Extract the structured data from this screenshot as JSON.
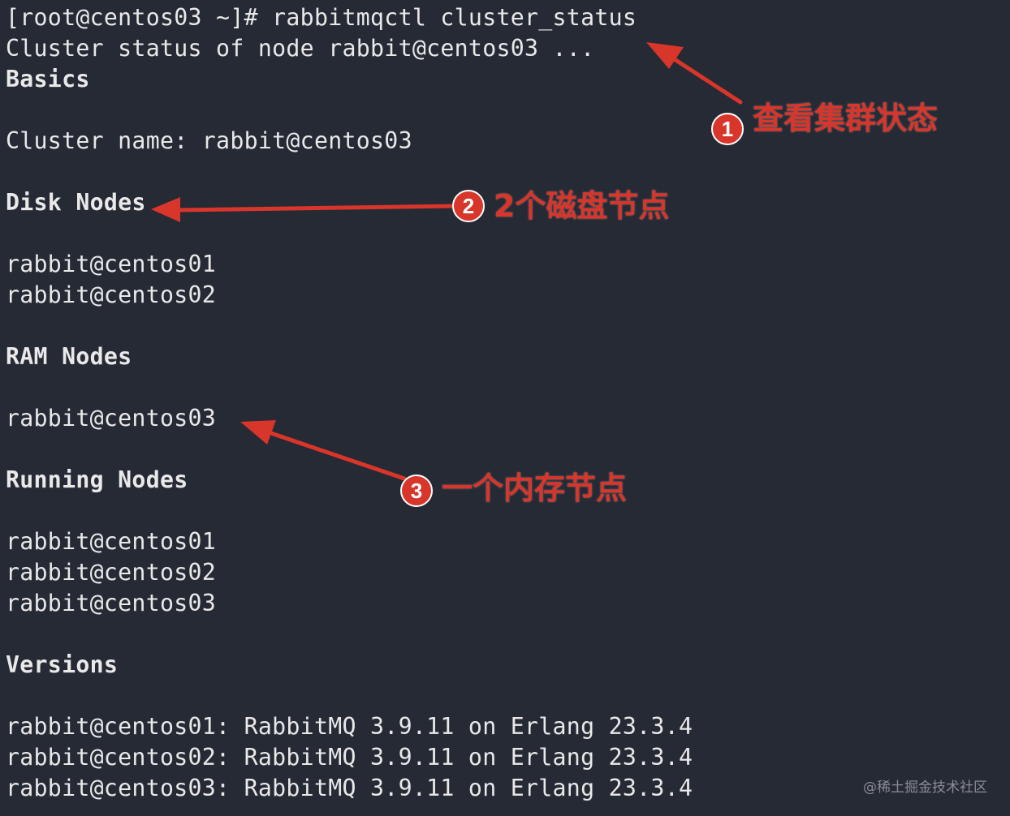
{
  "terminal": {
    "lines": [
      "[root@centos03 ~]# rabbitmqctl cluster_status",
      "Cluster status of node rabbit@centos03 ...",
      "Basics",
      "Cluster name: rabbit@centos03",
      "Disk Nodes",
      "rabbit@centos01",
      "rabbit@centos02",
      "RAM Nodes",
      "rabbit@centos03",
      "Running Nodes",
      "rabbit@centos01",
      "rabbit@centos02",
      "rabbit@centos03",
      "Versions",
      "rabbit@centos01: RabbitMQ 3.9.11 on Erlang 23.3.4",
      "rabbit@centos02: RabbitMQ 3.9.11 on Erlang 23.3.4",
      "rabbit@centos03: RabbitMQ 3.9.11 on Erlang 23.3.4"
    ]
  },
  "annotations": [
    {
      "number": "1",
      "text": "查看集群状态"
    },
    {
      "number": "2",
      "text": "2个磁盘节点"
    },
    {
      "number": "3",
      "text": "一个内存节点"
    }
  ],
  "colors": {
    "background": "#262a34",
    "text": "#e9e9ea",
    "annotation": "#d8352b"
  },
  "watermark": "@稀土掘金技术社区"
}
